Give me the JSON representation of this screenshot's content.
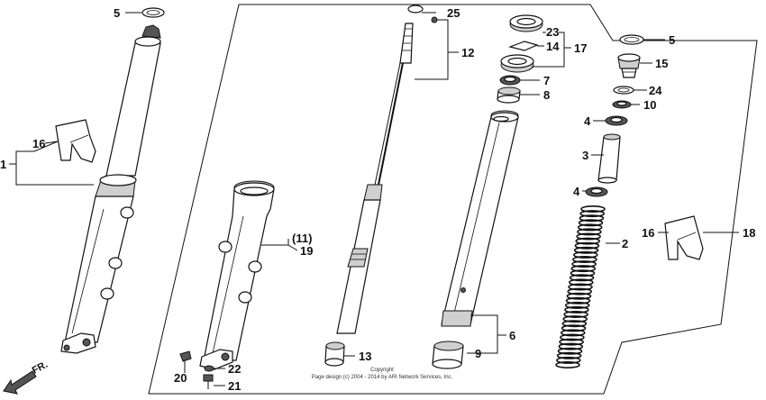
{
  "callouts": {
    "c1": "1",
    "c2": "2",
    "c3": "3",
    "c4a": "4",
    "c4b": "4",
    "c5a": "5",
    "c5b": "5",
    "c6": "6",
    "c7": "7",
    "c8": "8",
    "c9": "9",
    "c10": "10",
    "c11": "(11)",
    "c12": "12",
    "c13": "13",
    "c14": "14",
    "c15": "15",
    "c16a": "16",
    "c16b": "16",
    "c17": "17",
    "c18": "18",
    "c19": "19",
    "c20": "20",
    "c21": "21",
    "c22": "22",
    "c23": "23",
    "c24": "24",
    "c25": "25"
  },
  "direction_label": "FR.",
  "copyright": {
    "line1": "Copyright",
    "line2": "Page design (c) 2004 - 2014 by ARI Network Services, Inc."
  }
}
